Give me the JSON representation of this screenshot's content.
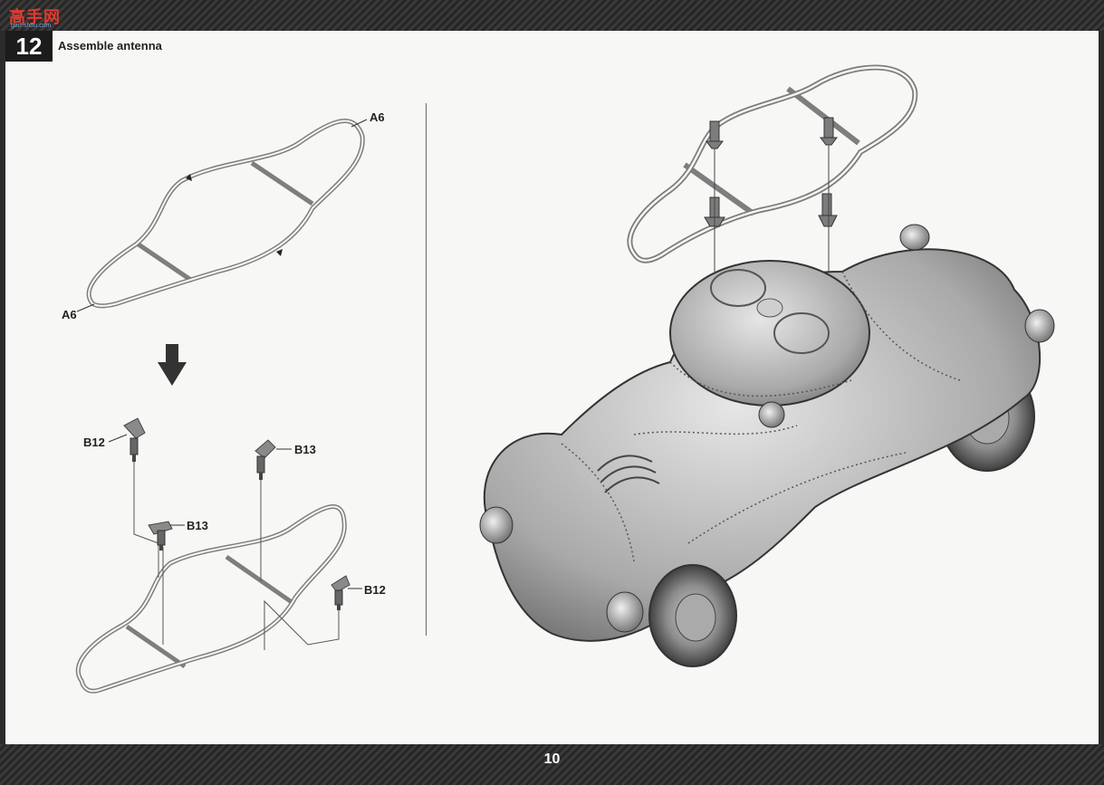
{
  "watermark": {
    "text": "高手网",
    "subtext": "gao-shou.com"
  },
  "step": {
    "number": "12",
    "title": "Assemble antenna"
  },
  "labels": {
    "a6_top": "A6",
    "a6_bottom": "A6",
    "b12_left": "B12",
    "b13_upper": "B13",
    "b13_lower": "B13",
    "b12_right": "B12"
  },
  "page_number": "10",
  "colors": {
    "band": "#2b2b2b",
    "page": "#f7f7f5",
    "step_box": "#1c1c1c",
    "watermark_red": "#e23a2e"
  }
}
